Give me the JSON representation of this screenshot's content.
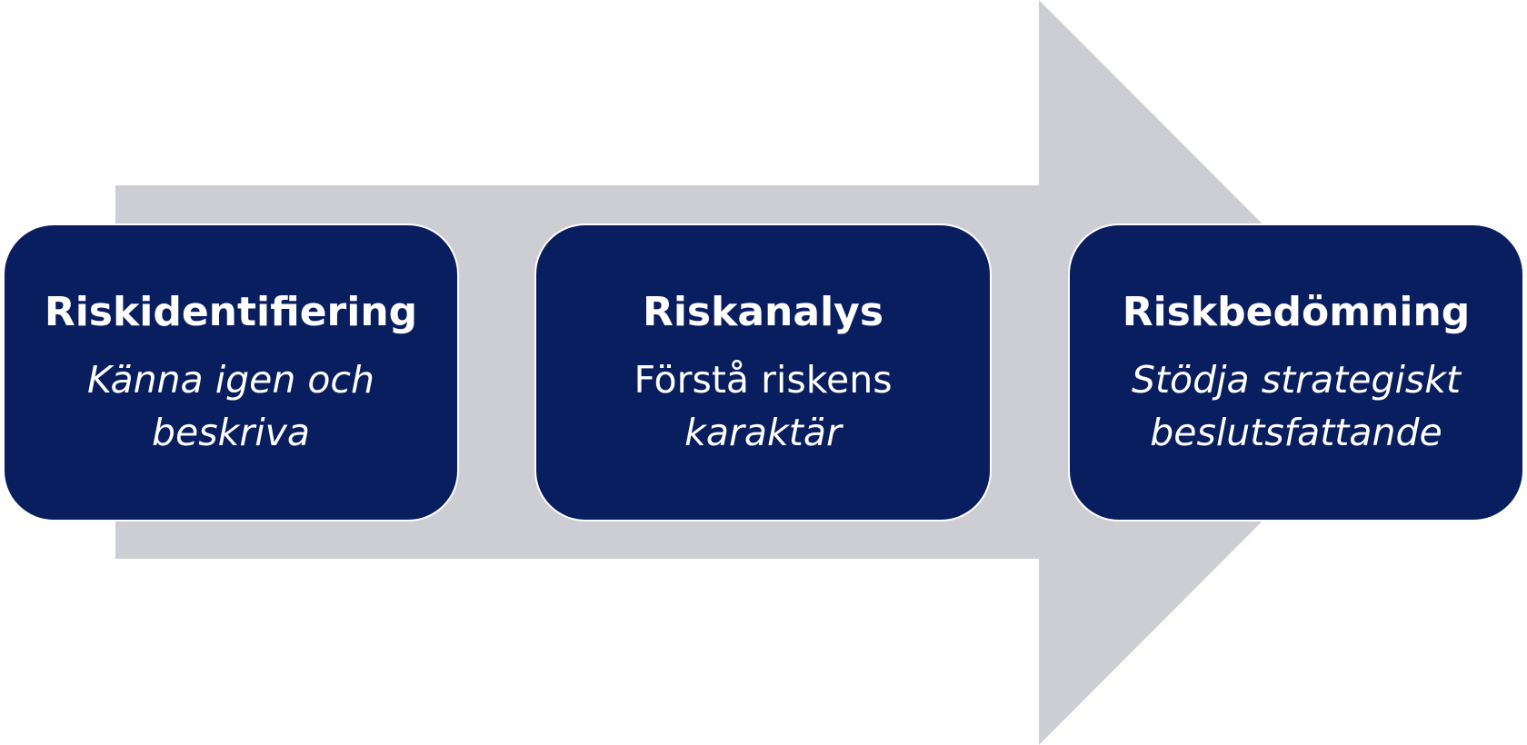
{
  "diagram": {
    "arrow_color": "#cdced4",
    "box_color": "#081e5f",
    "text_color": "#ffffff",
    "steps": [
      {
        "title": "Riskidentifiering",
        "subtitle_parts": [
          {
            "text": "Känna igen och beskriva",
            "italic": true
          }
        ]
      },
      {
        "title": "Riskanalys",
        "subtitle_parts": [
          {
            "text": "Förstå riskens ",
            "italic": false
          },
          {
            "text": "karaktär",
            "italic": true
          }
        ]
      },
      {
        "title": "Riskbedömning",
        "subtitle_parts": [
          {
            "text": "Stödja strategiskt beslutsfattande",
            "italic": true
          }
        ]
      }
    ]
  }
}
